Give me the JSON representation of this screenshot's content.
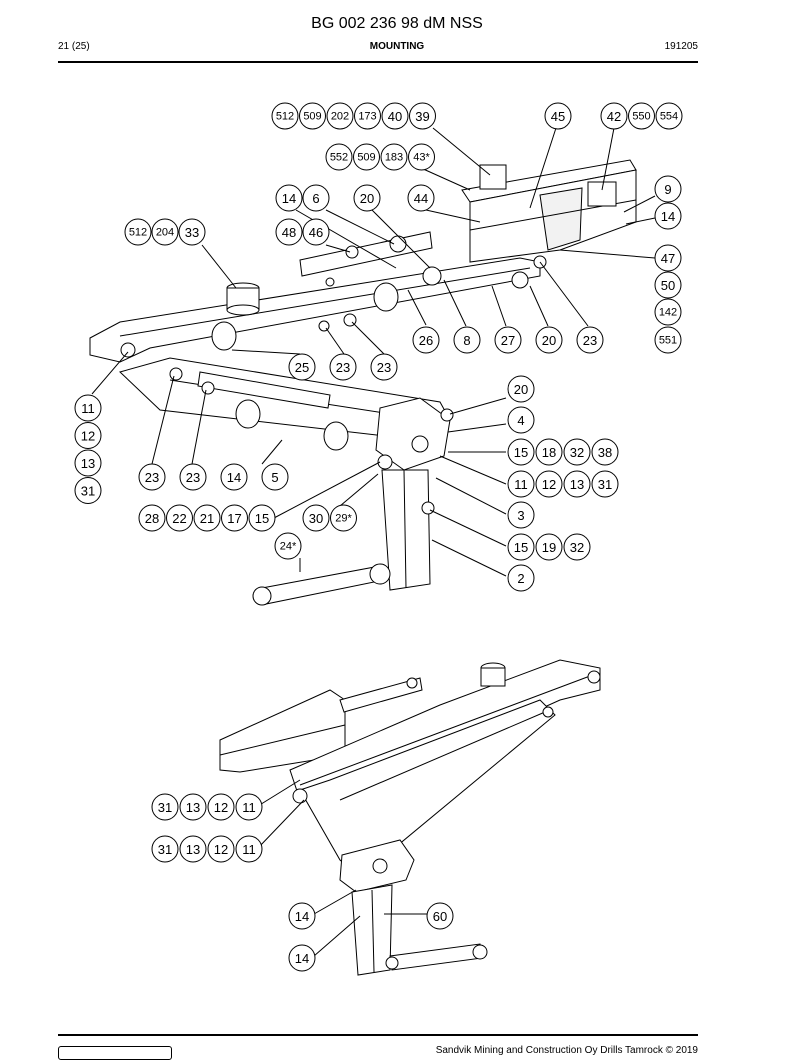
{
  "header": {
    "title": "BG 002 236 98 dM NSS",
    "page": "21 (25)",
    "section": "MOUNTING",
    "date": "191205"
  },
  "footer": {
    "copyright": "Sandvik Mining and Construction Oy Drills Tamrock © 2019"
  },
  "callouts": {
    "row_top_a": [
      "512",
      "509",
      "202",
      "173",
      "40",
      "39"
    ],
    "row_top_b": [
      "552",
      "509",
      "183",
      "43*"
    ],
    "c45": "45",
    "row_top_right": [
      "42",
      "550",
      "554"
    ],
    "c9": "9",
    "c14_r": "14",
    "c47": "47",
    "c50": "50",
    "c142": "142",
    "c551": "551",
    "row_14_6": [
      "14",
      "6"
    ],
    "c20_a": "20",
    "c44": "44",
    "row_512_204_33": [
      "512",
      "204",
      "33"
    ],
    "row_48_46": [
      "48",
      "46"
    ],
    "row_mid": [
      "26",
      "8",
      "27",
      "20",
      "23"
    ],
    "row_25": [
      "25",
      "23",
      "23"
    ],
    "c20_b": "20",
    "c4": "4",
    "row_15_18": [
      "15",
      "18",
      "32",
      "38"
    ],
    "row_11_12_r": [
      "11",
      "12",
      "13",
      "31"
    ],
    "c3": "3",
    "left_stack": [
      "11",
      "12",
      "13",
      "31"
    ],
    "row_23_23_14_5": [
      "23",
      "23",
      "14",
      "5"
    ],
    "row_28": [
      "28",
      "22",
      "21",
      "17",
      "15"
    ],
    "row_30": [
      "30",
      "29*"
    ],
    "c24": "24*",
    "row_15_19_32": [
      "15",
      "19",
      "32"
    ],
    "c2": "2",
    "lower_row_a": [
      "31",
      "13",
      "12",
      "11"
    ],
    "lower_row_b": [
      "31",
      "13",
      "12",
      "11"
    ],
    "lower_14_a": "14",
    "lower_60": "60",
    "lower_14_b": "14"
  }
}
